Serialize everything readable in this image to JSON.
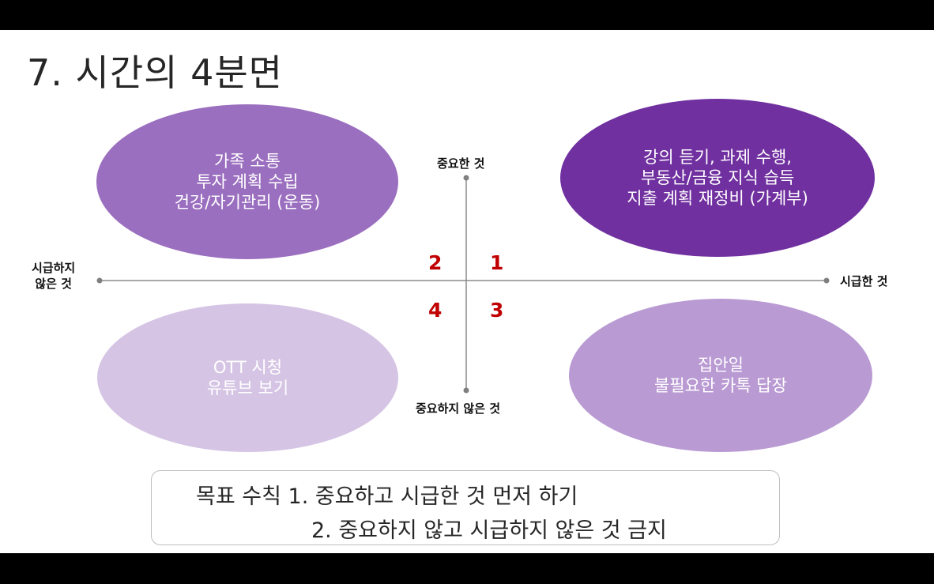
{
  "title": "7. 시간의 4분면",
  "axes": {
    "top": "중요한 것",
    "bottom": "중요하지 않은 것",
    "left": [
      "시급하지",
      "않은 것"
    ],
    "right": "시급한 것"
  },
  "quadrant_numbers": {
    "q1": "1",
    "q2": "2",
    "q3": "3",
    "q4": "4"
  },
  "quadrants": {
    "q1": {
      "lines": [
        "강의 듣기, 과제 수행,",
        "부동산/금융 지식 습득",
        "지출 계획 재정비 (가계부)"
      ],
      "color": "#7030a0"
    },
    "q2": {
      "lines": [
        "가족 소통",
        "투자 계획 수립",
        "건강/자기관리 (운동)"
      ],
      "color": "#9b6fbf"
    },
    "q3": {
      "lines": [
        "집안일",
        "불필요한 카톡 답장"
      ],
      "color": "#b99ad3"
    },
    "q4": {
      "lines": [
        "OTT 시청",
        "유튜브 보기"
      ],
      "color": "#d5c4e4"
    }
  },
  "number_color": "#c00000",
  "goals": {
    "line1": "목표 수칙 1. 중요하고 시급한 것 먼저 하기",
    "line2": "2. 중요하지 않고 시급하지 않은 것 금지"
  }
}
